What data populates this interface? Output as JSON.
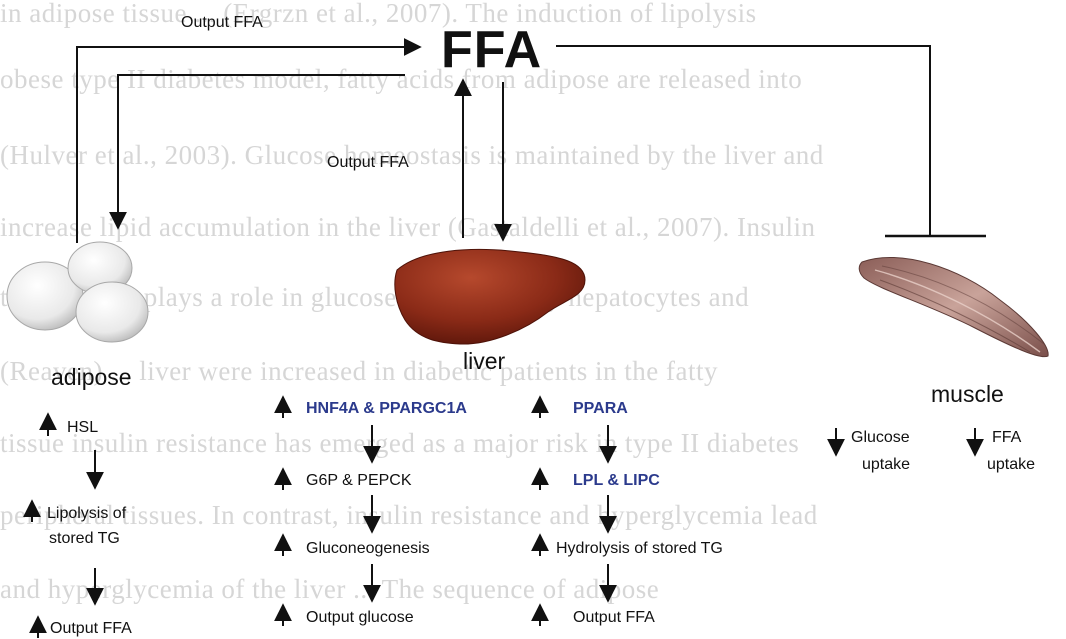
{
  "colors": {
    "ink": "#111111",
    "gene_blue": "#2b3a8c",
    "liver": "#8a2a17",
    "muscle": "#a9807a"
  },
  "background_text": [
    "in adipose tissue ... (Ergrzn et al., 2007). The induction of lipolysis",
    "obese type II diabetes model, fatty acids from adipose are released into",
    "(Hulver et al., 2003). Glucose homeostasis is maintained by the liver and",
    "increase lipid accumulation in the liver (Gastaldelli et al., 2007). Insulin",
    "tissues. ... It plays a role in glucose production by hepatocytes and",
    "(Reaven) ... liver were increased in diabetic patients in the fatty",
    "tissue insulin resistance has emerged as a major risk in type II diabetes",
    "peripheral tissues. In contrast, insulin resistance and hyperglycemia lead",
    "and hyperglycemia of the liver ... The sequence of adipose"
  ],
  "center": {
    "title": "FFA"
  },
  "arrows": {
    "top_left": "Output FFA",
    "center_mid": "Output FFA"
  },
  "organs": {
    "adipose": "adipose",
    "liver": "liver",
    "muscle": "muscle"
  },
  "adipose_column": [
    "HSL",
    "Lipolysis of",
    "stored TG",
    "Output  FFA"
  ],
  "liver_left_column": [
    "HNF4A & PPARGC1A",
    "G6P & PEPCK",
    "Gluconeogenesis",
    "Output glucose"
  ],
  "liver_right_column": [
    "PPARA",
    "LPL & LIPC",
    "Hydrolysis of stored TG",
    "Output FFA"
  ],
  "muscle_column": {
    "glucose": [
      "Glucose",
      "uptake"
    ],
    "ffa": [
      "FFA",
      "uptake"
    ]
  }
}
